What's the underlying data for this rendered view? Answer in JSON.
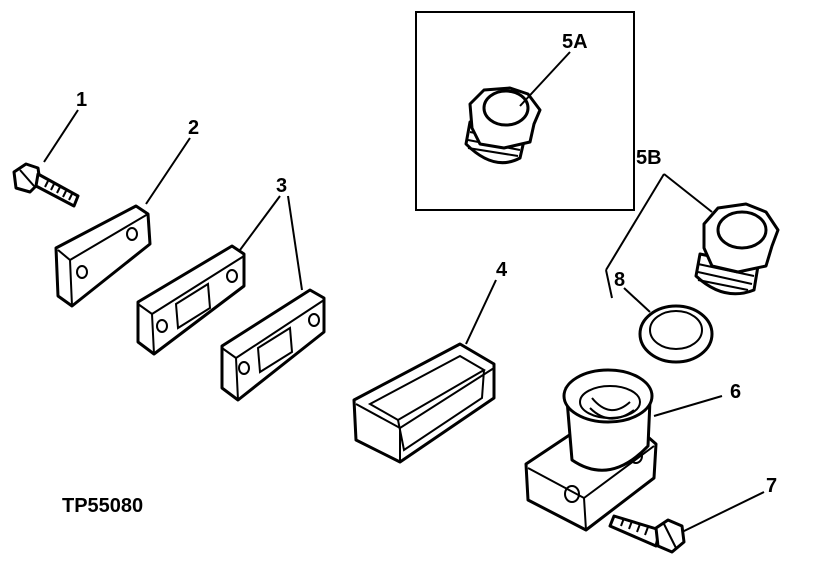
{
  "figure_code": "TP55080",
  "callouts": {
    "c1": "1",
    "c2": "2",
    "c3": "3",
    "c4": "4",
    "c5a": "5A",
    "c5b": "5B",
    "c6": "6",
    "c7": "7",
    "c8": "8"
  }
}
